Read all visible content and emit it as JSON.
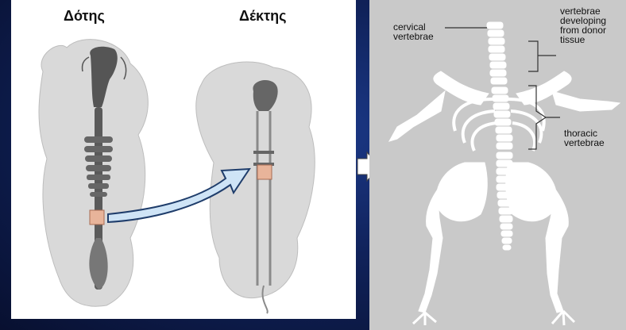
{
  "left": {
    "donor_label": "Δότης",
    "recipient_label": "Δέκτης"
  },
  "right": {
    "cervical_label": [
      "cervical",
      "vertebrae"
    ],
    "donor_tissue_label": [
      "vertebrae",
      "developing",
      "from donor",
      "tissue"
    ],
    "thoracic_label": [
      "thoracic",
      "vertebrae"
    ]
  },
  "colors": {
    "background": "#0b1230",
    "left_panel": "#ffffff",
    "right_panel": "#c9c9c9",
    "embryo_fill": "#d9d9d9",
    "transplant_square": "#e8b49a",
    "arrow_fill": "#cfe4f6",
    "arrow_stroke": "#1f3d6b"
  }
}
